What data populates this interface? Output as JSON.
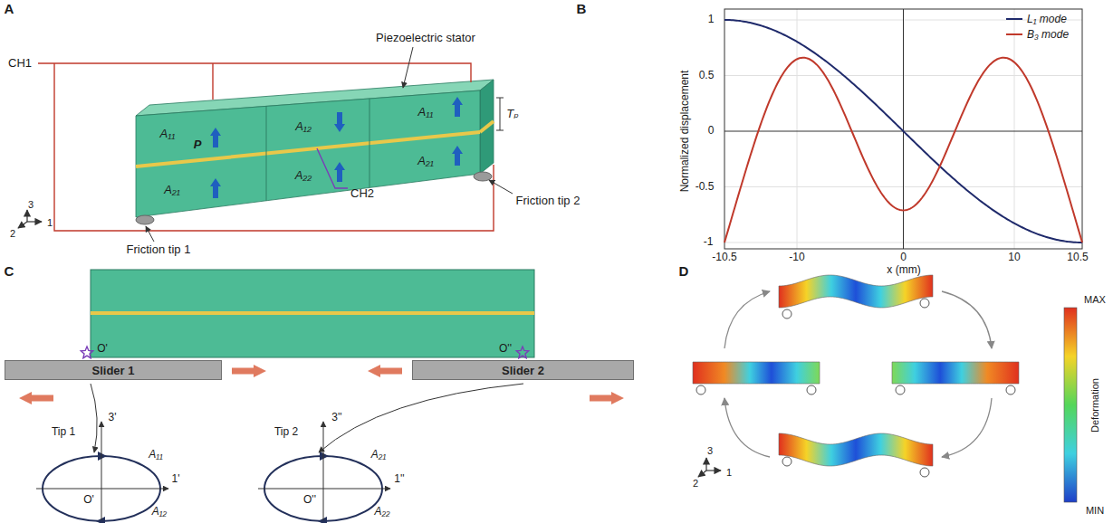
{
  "diagram": {
    "nodes": [
      {
        "text": [
          "Slider 1"
        ]
      },
      {
        "text": [
          "Slider 2"
        ]
      }
    ],
    "labels": [
      "A",
      "Piezoelectric stator",
      "CH1",
      "A₁₁",
      "P",
      "A₁₂",
      "A₁₁",
      "Tₚ",
      "A₂₁",
      "A₂₂",
      "A₂₁",
      "CH2",
      "Friction tip 2",
      "Friction tip 1",
      "3",
      "2",
      "1",
      "B",
      "Normalized displacement",
      "1",
      "0.5",
      "0",
      "-0.5",
      "-1",
      "-10.5",
      "-10",
      "0",
      "10",
      "10.5",
      "x (mm)",
      "C",
      "O'",
      "O''",
      "Tip 1",
      "3'",
      "1'",
      "O'",
      "A₁₁",
      "A₁₂",
      "Tip 2",
      "3''",
      "1''",
      "O''",
      "A₂₁",
      "A₂₂",
      "D",
      "MAX",
      "Deformation",
      "MIN",
      "3",
      "2",
      "1"
    ],
    "legend": [
      {
        "text": "L₁ mode"
      },
      {
        "text": "B₃ mode"
      }
    ]
  }
}
